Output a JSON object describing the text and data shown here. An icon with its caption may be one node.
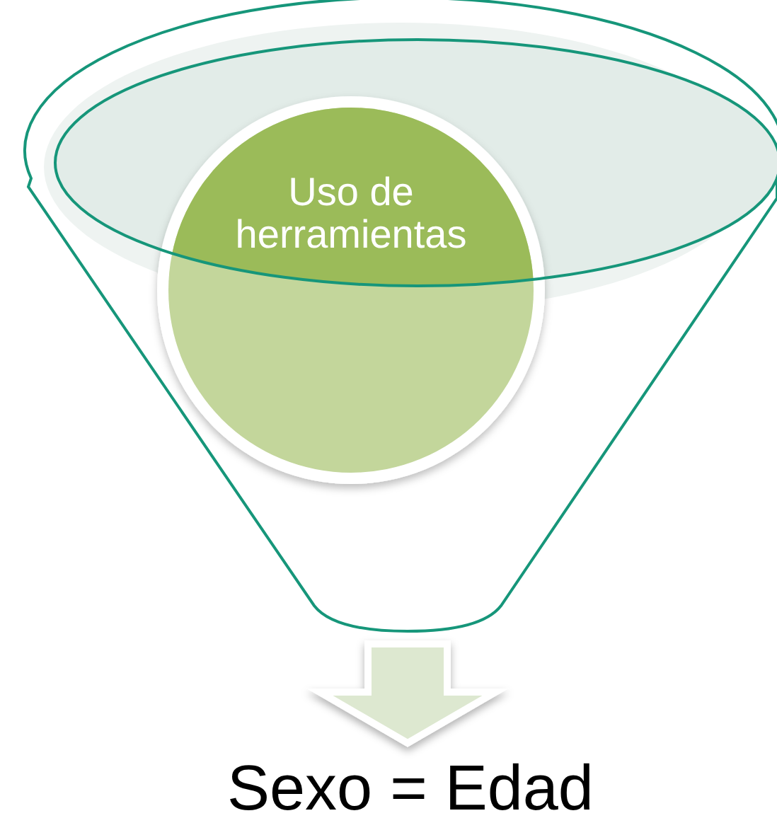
{
  "diagram": {
    "nodes": [
      {
        "text": [],
        "shape": "funnel"
      },
      {
        "text": [
          "Uso de herramientas"
        ],
        "in": 0
      },
      {
        "text": [
          "Sexo = Edad"
        ]
      }
    ],
    "edges": [
      {
        "from": 0,
        "to": 2,
        "arrow": "to",
        "style": "thick"
      }
    ]
  }
}
